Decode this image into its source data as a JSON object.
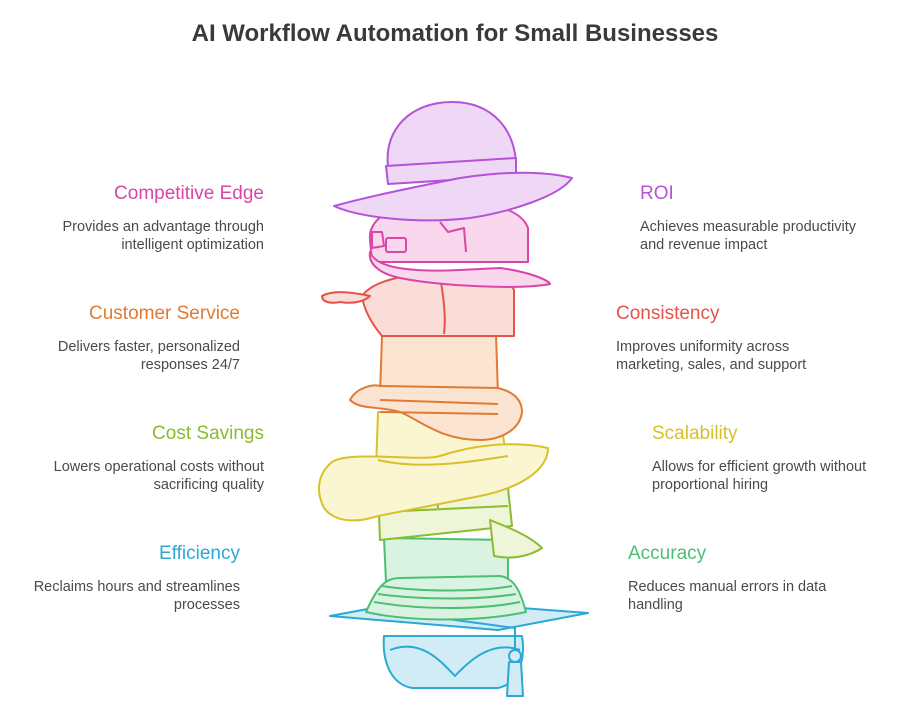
{
  "title": "AI Workflow Automation for Small Businesses",
  "items": {
    "competitive_edge": {
      "title": "Competitive Edge",
      "desc": "Provides an advantage through intelligent optimization",
      "color": "#d946a8"
    },
    "roi": {
      "title": "ROI",
      "desc": "Achieves measurable productivity and revenue impact",
      "color": "#b552d9"
    },
    "customer_service": {
      "title": "Customer Service",
      "desc": "Delivers faster, personalized responses 24/7",
      "color": "#e27a33"
    },
    "consistency": {
      "title": "Consistency",
      "desc": "Improves uniformity across marketing, sales, and support",
      "color": "#e5534b"
    },
    "cost_savings": {
      "title": "Cost Savings",
      "desc": "Lowers operational costs without sacrificing quality",
      "color": "#8cbb2e"
    },
    "scalability": {
      "title": "Scalability",
      "desc": "Allows for efficient growth without proportional hiring",
      "color": "#d9c12a"
    },
    "efficiency": {
      "title": "Efficiency",
      "desc": "Reclaims hours and streamlines processes",
      "color": "#2aa9d4"
    },
    "accuracy": {
      "title": "Accuracy",
      "desc": "Reduces manual errors in data handling",
      "color": "#4cbf72"
    }
  }
}
